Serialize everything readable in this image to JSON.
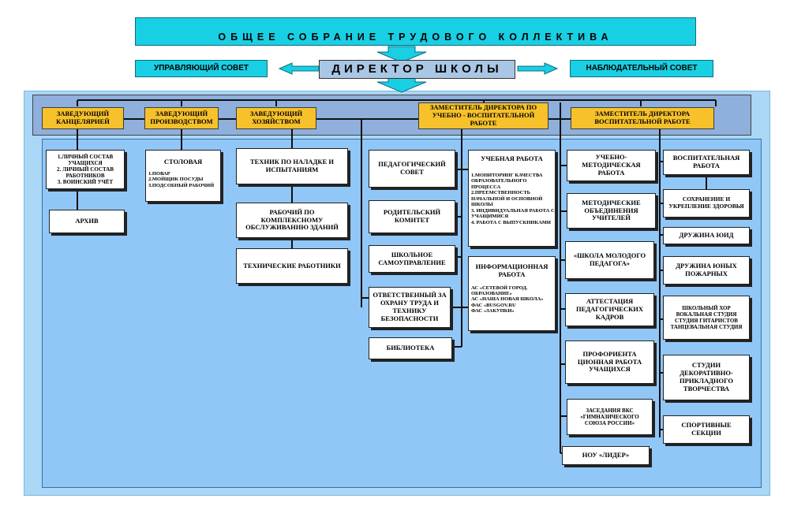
{
  "header": {
    "assembly": "ОБЩЕЕ СОБРАНИЕ ТРУДОВОГО КОЛЛЕКТИВА",
    "director": "ДИРЕКТОР ШКОЛЫ",
    "managing_council": "УПРАВЛЯЮЩИЙ СОВЕТ",
    "supervisory_council": "НАБЛЮДАТЕЛЬНЫЙ СОВЕТ"
  },
  "heads": {
    "office": "ЗАВЕДУЮЩИЙ КАНЦЕЛЯРИЕЙ",
    "production": "ЗАВЕДУЮЩИЙ ПРОИЗВОДСТВОМ",
    "household": "ЗАВЕДУЮЩИЙ ХОЗЯЙСТВОМ",
    "deputy_edu": "ЗАМЕСТИТЕЛЬ ДИРЕКТОРА ПО УЧЕБНО - ВОСПИТАТЕЛЬНОЙ РАБОТЕ",
    "deputy_upbringing": "ЗАМЕСТИТЕЛЬ ДИРЕКТОРА ВОСПИТАТЕЛЬНОЙ РАБОТЕ"
  },
  "office_col": {
    "records": "1.ЛИЧНЫЙ СОСТАВ УЧАЩИХСЯ\n2. ЛИЧНЫЙ СОСТАВ РАБОТНИКОВ\n3. ВОИНСКИЙ УЧЁТ",
    "archive": "АРХИВ"
  },
  "production_col": {
    "title": "СТОЛОВАЯ",
    "staff": "1.ПОВАР\n2.МОЙЩИК ПОСУДЫ\n3.ПОДСОБНЫЙ РАБОЧИЙ"
  },
  "household_col": {
    "technician": "ТЕХНИК ПО НАЛАДКЕ И ИСПЫТАНИЯМ",
    "worker": "РАБОЧИЙ ПО КОМПЛЕКСНОМУ ОБСЛУЖИВАНИЮ ЗДАНИЙ",
    "tech_staff": "ТЕХНИЧЕСКИЕ РАБОТНИКИ"
  },
  "middle_col": {
    "ped_council": "ПЕДАГОГИЧЕСКИЙ СОВЕТ",
    "parent_committee": "РОДИТЕЛЬСКИЙ КОМИТЕТ",
    "self_government": "ШКОЛЬНОЕ САМОУПРАВЛЕНИЕ",
    "safety": "ОТВЕТСТВЕННЫЙ ЗА ОХРАНУ ТРУДА И ТЕХНИКУ БЕЗОПАСНОСТИ",
    "library": "БИБЛИОТЕКА"
  },
  "edu_col": {
    "study_title": "УЧЕБНАЯ РАБОТА",
    "study_items": "1.МОНИТОРИНГ КАЧЕСТВА ОБРАЗОВАТЕЛЬНОГО ПРОЦЕССА\n2.ПРЕЕМСТВЕННОСТЬ НАЧАЛЬНОЙ И ОСНОВНОЙ ШКОЛЫ\n3. ИНДИВИДУАЛЬНАЯ РАБОТА С УЧАЩИМИСЯ\n4. РАБОТА С ВЫПУСКНИКАМИ",
    "info_title": "ИНФОРМАЦИОННАЯ РАБОТА",
    "info_items": "АС «СЕТЕВОЙ ГОРОД. ОБРАЗОВАНИЕ»\nАС «НАША НОВАЯ ШКОЛА»\nФАС «BUSGOV.RU\nФАС «ЗАКУПКИ»"
  },
  "method_col": {
    "method_work": "УЧЕБНО-МЕТОДИЧЕСКАЯ РАБОТА",
    "method_assoc": "МЕТОДИЧЕСКИЕ ОБЪЕДИНЕНИЯ УЧИТЕЛЕЙ",
    "young_teacher": "«ШКОЛА МОЛОДОГО ПЕДАГОГА»",
    "attestation": "АТТЕСТАЦИЯ ПЕДАГОГИЧЕСКИХ КАДРОВ",
    "career": "ПРОФОРИЕНТА ЦИОННАЯ РАБОТА УЧАЩИХСЯ",
    "vks": "ЗАСЕДАНИЯ ВКС «ГИМНАЗИЧЕСКОГО СОЮЗА РОССИИ»",
    "leader": "НОУ «ЛИДЕР»"
  },
  "upbringing_col": {
    "work": "ВОСПИТАТЕЛЬНАЯ РАБОТА",
    "health": "СОХРАНЕНИЕ И УКРЕПЛЕНИЕ ЗДОРОВЬЯ",
    "yuid": "ДРУЖИНА ЮИД",
    "firefighters": "ДРУЖИНА ЮНЫХ ПОЖАРНЫХ",
    "studios": "ШКОЛЬНЫЙ ХОР ВОКАЛЬНАЯ СТУДИЯ СТУДИЯ ГИТАРИСТОВ ТАНЦЕВАЛЬНАЯ СТУДИЯ",
    "crafts": "СТУДИИ ДЕКОРАТИВНО-ПРИКЛАДНОГО ТВОРЧЕСТВА",
    "sports": "СПОРТИВНЫЕ СЕКЦИИ"
  }
}
